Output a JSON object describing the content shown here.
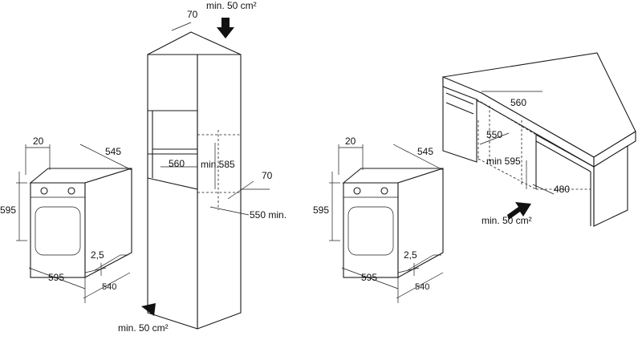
{
  "oven_left": {
    "depth_top": "20",
    "width_top": "545",
    "height": "595",
    "front_width": "595",
    "gap": "2,5",
    "depth_bottom": "540"
  },
  "tall_cabinet": {
    "top_depth": "70",
    "vent_top": "min. 50 cm²",
    "niche_width": "560",
    "niche_height": "min.585",
    "rear_gap": "70",
    "niche_depth": "550 min.",
    "vent_bottom": "min. 50 cm²"
  },
  "oven_right": {
    "depth_top": "20",
    "width_top": "545",
    "height": "595",
    "front_width": "595",
    "gap": "2,5",
    "depth_bottom": "540"
  },
  "under_counter": {
    "niche_width": "560",
    "niche_depth": "550",
    "niche_height": "min 595",
    "front_depth": "480",
    "vent": "min. 50 cm²"
  }
}
